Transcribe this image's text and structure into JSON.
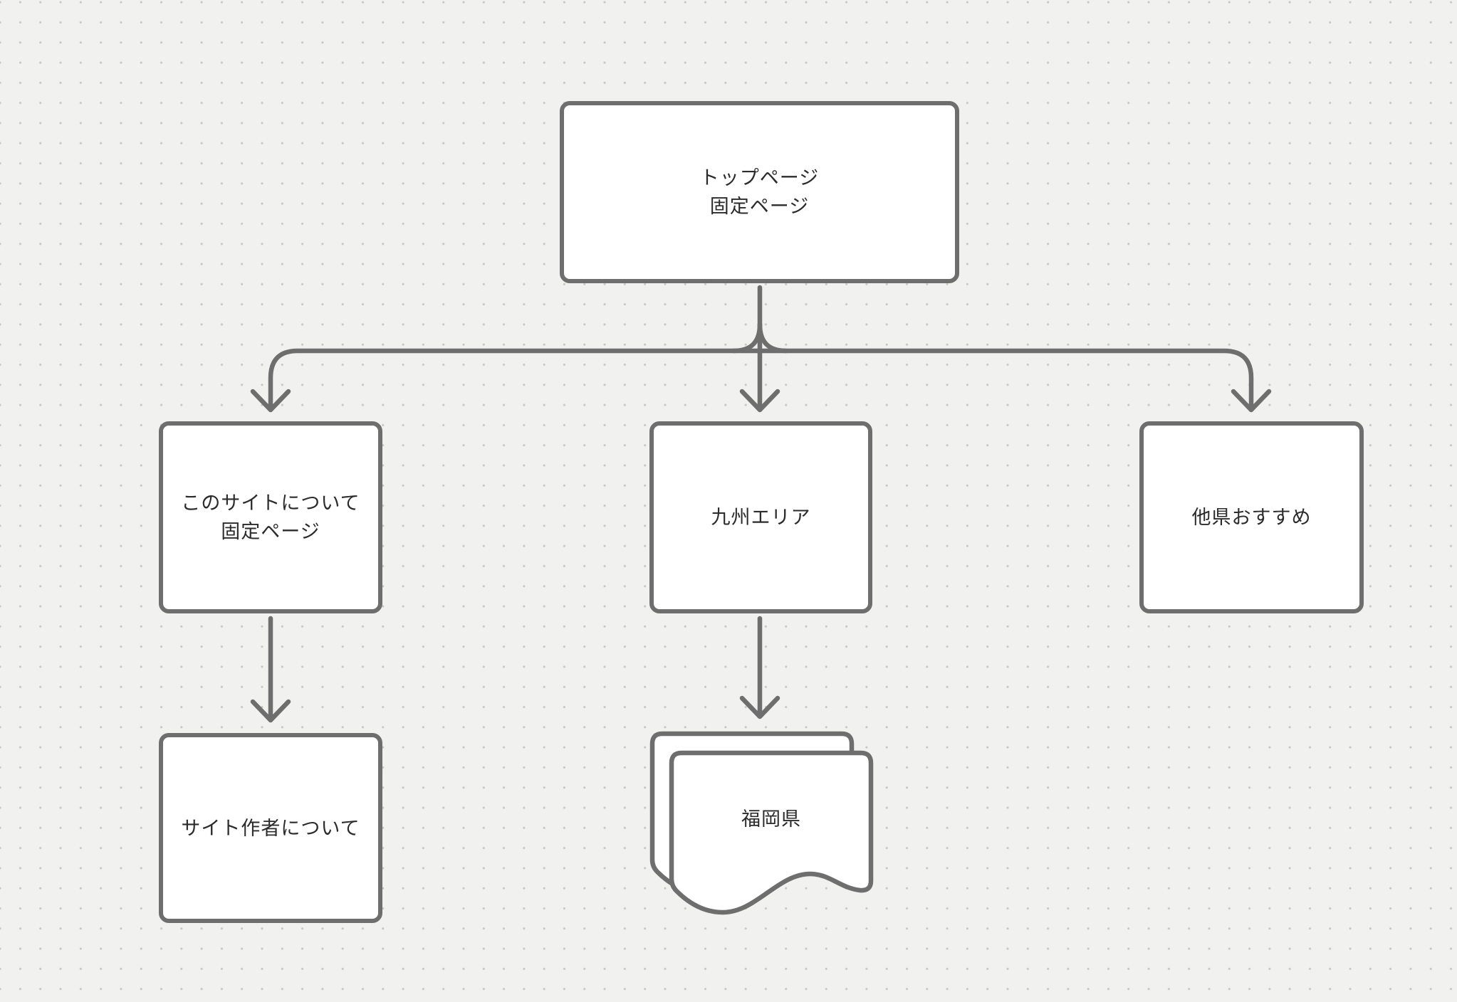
{
  "canvas": {
    "background_color": "#f1f1ef",
    "dot_color": "#c6c6c4",
    "line_color": "#6e6e6e",
    "text_color": "#2b2b2b",
    "node_fill": "#ffffff"
  },
  "nodes": {
    "top_page": {
      "lines": [
        "トップページ",
        "固定ページ"
      ],
      "shape": "rounded-rectangle"
    },
    "about_site": {
      "lines": [
        "このサイトについて",
        "固定ページ"
      ],
      "shape": "rounded-rectangle"
    },
    "kyushu_area": {
      "lines": [
        "九州エリア"
      ],
      "shape": "rounded-rectangle"
    },
    "other_prefectures": {
      "lines": [
        "他県おすすめ"
      ],
      "shape": "rounded-rectangle"
    },
    "site_author": {
      "lines": [
        "サイト作者について"
      ],
      "shape": "rounded-rectangle"
    },
    "fukuoka": {
      "lines": [
        "福岡県"
      ],
      "shape": "stacked-document"
    }
  },
  "edges": [
    {
      "from": "top_page",
      "to": "about_site",
      "style": "arrow"
    },
    {
      "from": "top_page",
      "to": "kyushu_area",
      "style": "arrow"
    },
    {
      "from": "top_page",
      "to": "other_prefectures",
      "style": "arrow"
    },
    {
      "from": "about_site",
      "to": "site_author",
      "style": "arrow"
    },
    {
      "from": "kyushu_area",
      "to": "fukuoka",
      "style": "arrow"
    }
  ]
}
